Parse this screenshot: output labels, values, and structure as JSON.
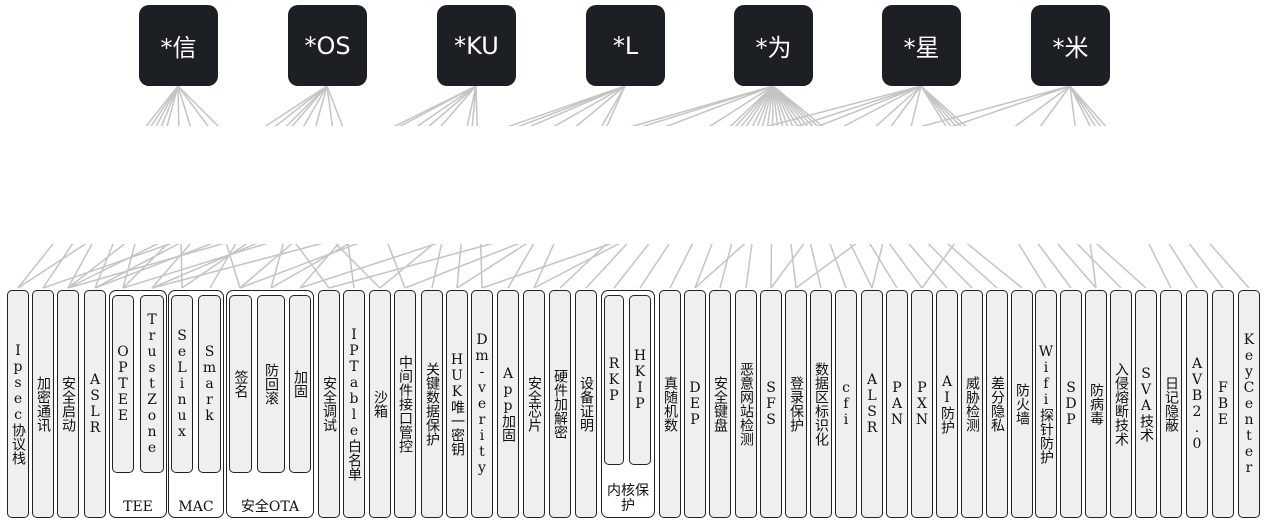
{
  "vendors": [
    "*信",
    "*OS",
    "*KU",
    "*L",
    "*为",
    "*星",
    "*米"
  ],
  "groups": {
    "tee": "TEE",
    "mac": "MAC",
    "ota": "安全OTA",
    "kernel": "内核保护"
  },
  "features": {
    "ipsec": "Ipsec协议栈",
    "crypto_comm": "加密通讯",
    "secure_boot": "安全启动",
    "aslr": "ASLR",
    "optee": "OPTEE",
    "trustzone": "TrustZone",
    "selinux": "SeLinux",
    "smack": "Smark",
    "sign": "签名",
    "anti_rollback": "防回滚",
    "encrypt": "加固",
    "secure_debug": "安全调试",
    "ip_table": "IPTable白名单",
    "sandbox": "沙箱",
    "middleware": "中间件接口管控",
    "key_data": "关键数据保护",
    "huk": "HUK唯一密钥",
    "dm_verity": "Dm-verity",
    "app_harden": "App加固",
    "secure_chip": "安全芯片",
    "hw_crypto": "硬件加解密",
    "device_cert": "设备证明",
    "rkp": "RKP",
    "hkip": "HKIP",
    "trng": "真随机数",
    "dep": "DEP",
    "secure_keyboard": "安全键盘",
    "malicious_url": "恶意网站检测",
    "sfs": "SFS",
    "login_protect": "登录保护",
    "data_label": "数据区标识化",
    "cfi": "cfi",
    "alsr": "ALSR",
    "pan": "PAN",
    "pxn": "PXN",
    "ai_protect": "AI防护",
    "threat_detect": "威胁检测",
    "diff_privacy": "差分隐私",
    "firewall": "防火墙",
    "wifi_probe": "Wifi探针防护",
    "sdp": "SDP",
    "antivirus": "防病毒",
    "intrusion": "入侵熔断技术",
    "sva": "SVA技术",
    "log_hide": "日记隐蔽",
    "avb": "AVB2.0",
    "fbe": "FBE",
    "keycenter": "KeyCenter"
  }
}
